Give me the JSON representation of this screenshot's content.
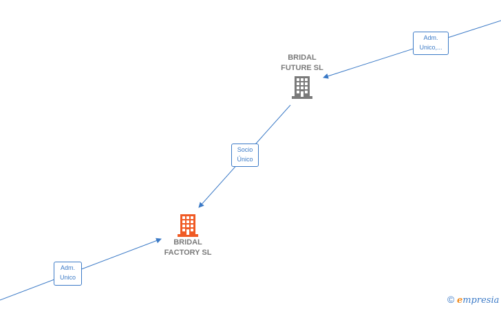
{
  "nodes": {
    "future": {
      "name_line1": "BRIDAL",
      "name_line2": "FUTURE  SL",
      "color": "#7a7a7a"
    },
    "factory": {
      "name_line1": "BRIDAL",
      "name_line2": "FACTORY  SL",
      "color": "#f05a24"
    }
  },
  "edges": {
    "top_right": {
      "label_line1": "Adm.",
      "label_line2": "Unico,..."
    },
    "middle": {
      "label_line1": "Socio",
      "label_line2": "Único"
    },
    "bottom_left": {
      "label_line1": "Adm.",
      "label_line2": "Unico"
    }
  },
  "brand": {
    "copyright": "©",
    "logo_initial": "e",
    "logo_rest": "mpresia"
  },
  "colors": {
    "edge": "#3a79c6",
    "node_text": "#7a7a7a",
    "highlight_building": "#f05a24",
    "building": "#7a7a7a"
  }
}
